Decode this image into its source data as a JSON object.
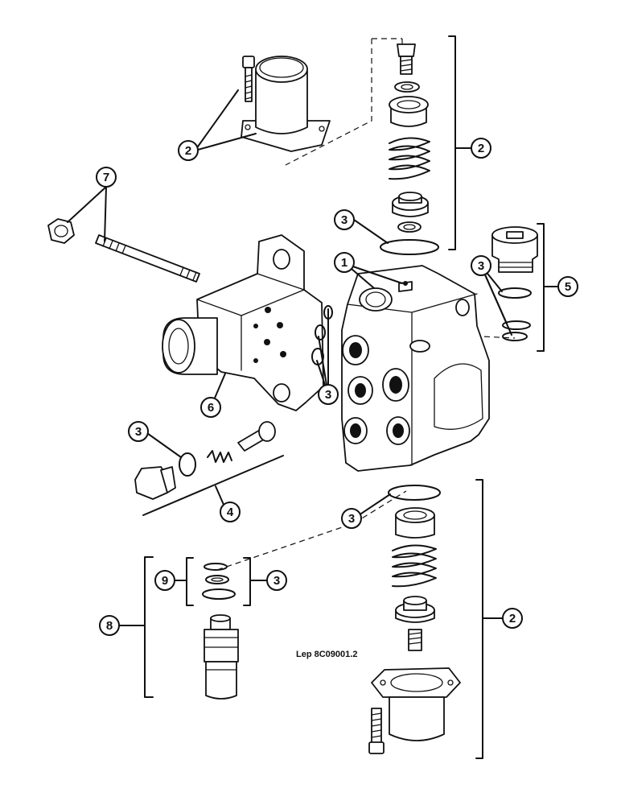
{
  "diagram": {
    "reference": "Lep 8C09001.2",
    "callouts": {
      "c1": "1",
      "c2a": "2",
      "c2b": "2",
      "c2c": "2",
      "c3a": "3",
      "c3b": "3",
      "c3c": "3",
      "c3d": "3",
      "c3e": "3",
      "c3f": "3",
      "c4": "4",
      "c5": "5",
      "c6": "6",
      "c7": "7",
      "c8": "8",
      "c9": "9"
    },
    "colors": {
      "ink": "#111111",
      "paper": "#ffffff"
    }
  }
}
